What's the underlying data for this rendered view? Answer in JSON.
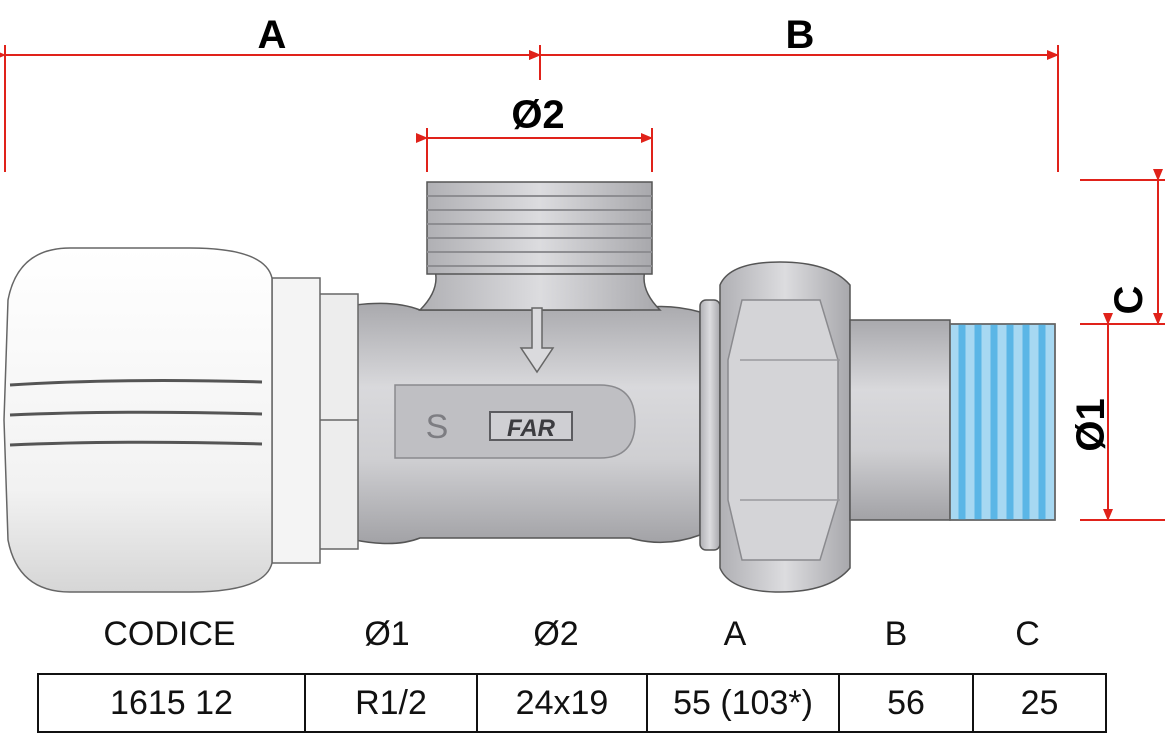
{
  "dimensions": {
    "a": "A",
    "b": "B",
    "c": "C",
    "d1": "Ø1",
    "d2": "Ø2"
  },
  "body_marks": {
    "s": "S",
    "brand": "FAR"
  },
  "colors": {
    "dimension_line": "#e0221a",
    "body_metal": "#c9c9cc",
    "cap_white": "#f4f4f4",
    "thread_sealant": "#5bb6e6"
  },
  "table": {
    "headers": [
      "CODICE",
      "Ø1",
      "Ø2",
      "A",
      "B",
      "C"
    ],
    "row": [
      "1615 12",
      "R1/2",
      "24x19",
      "55 (103*)",
      "56",
      "25"
    ]
  }
}
